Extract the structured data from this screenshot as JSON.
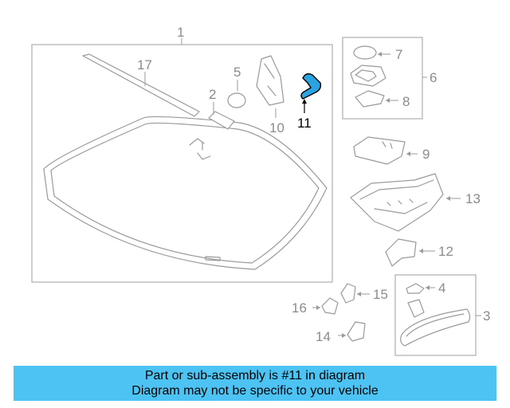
{
  "diagram": {
    "callouts": {
      "c1": "1",
      "c2": "2",
      "c3": "3",
      "c4": "4",
      "c5": "5",
      "c6": "6",
      "c7": "7",
      "c8": "8",
      "c9": "9",
      "c10": "10",
      "c11": "11",
      "c12": "12",
      "c13": "13",
      "c14": "14",
      "c15": "15",
      "c16": "16",
      "c17": "17"
    },
    "highlight_part": "11",
    "colors": {
      "highlight": "#2aa3e0",
      "line": "#9a9a9a",
      "banner": "#4cc3f2"
    }
  },
  "banner": {
    "line1": "Part or sub-assembly is #11 in diagram",
    "line2": "Diagram may not be specific to your vehicle"
  }
}
